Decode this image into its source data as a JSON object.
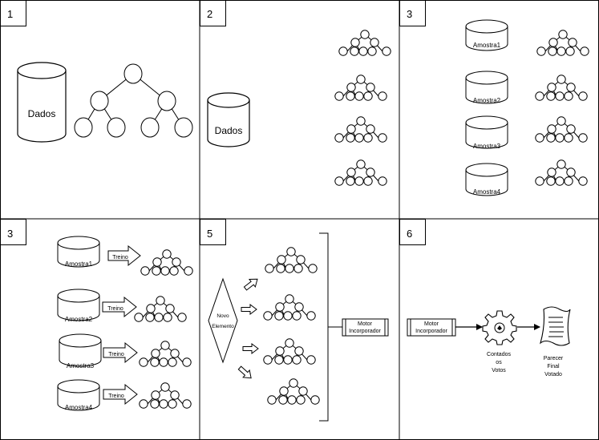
{
  "panels": [
    {
      "number": "1",
      "db_label": "Dados"
    },
    {
      "number": "2",
      "db_label": "Dados"
    },
    {
      "number": "3",
      "samples": [
        "Amostra1",
        "Amostra2",
        "Amostra3",
        "Amostra4"
      ]
    },
    {
      "number": "3",
      "samples": [
        "Amostra1",
        "Amostra2",
        "Amostra3",
        "Amostra4"
      ],
      "train_label": "Treino"
    },
    {
      "number": "5",
      "new_element": [
        "Novo",
        "Elemento"
      ],
      "engine": [
        "Motor",
        "Incorporador"
      ]
    },
    {
      "number": "6",
      "engine": [
        "Motor",
        "Incorporador"
      ],
      "votes": [
        "Contados",
        "os",
        "Votos"
      ],
      "result": [
        "Parecer",
        "Final",
        "Votado"
      ]
    }
  ]
}
